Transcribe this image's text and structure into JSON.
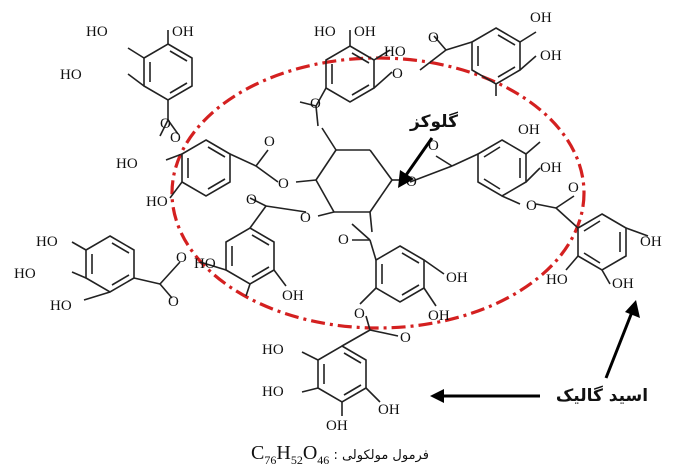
{
  "labels": {
    "glucose": "گلوکز",
    "gallic_acid": "اسید گالیک",
    "formula_prefix": "فرمول مولکولی :",
    "formula_C": "C",
    "formula_C_n": "76",
    "formula_H": "H",
    "formula_H_n": "52",
    "formula_O": "O",
    "formula_O_n": "46"
  },
  "atom_labels": {
    "oh": "OH",
    "ho": "HO",
    "o": "O",
    "oh_bracket": "HO",
    "oh_right": "OH"
  },
  "colors": {
    "ellipse": "#d42020",
    "bonds": "#222222",
    "arrows": "#000000"
  }
}
